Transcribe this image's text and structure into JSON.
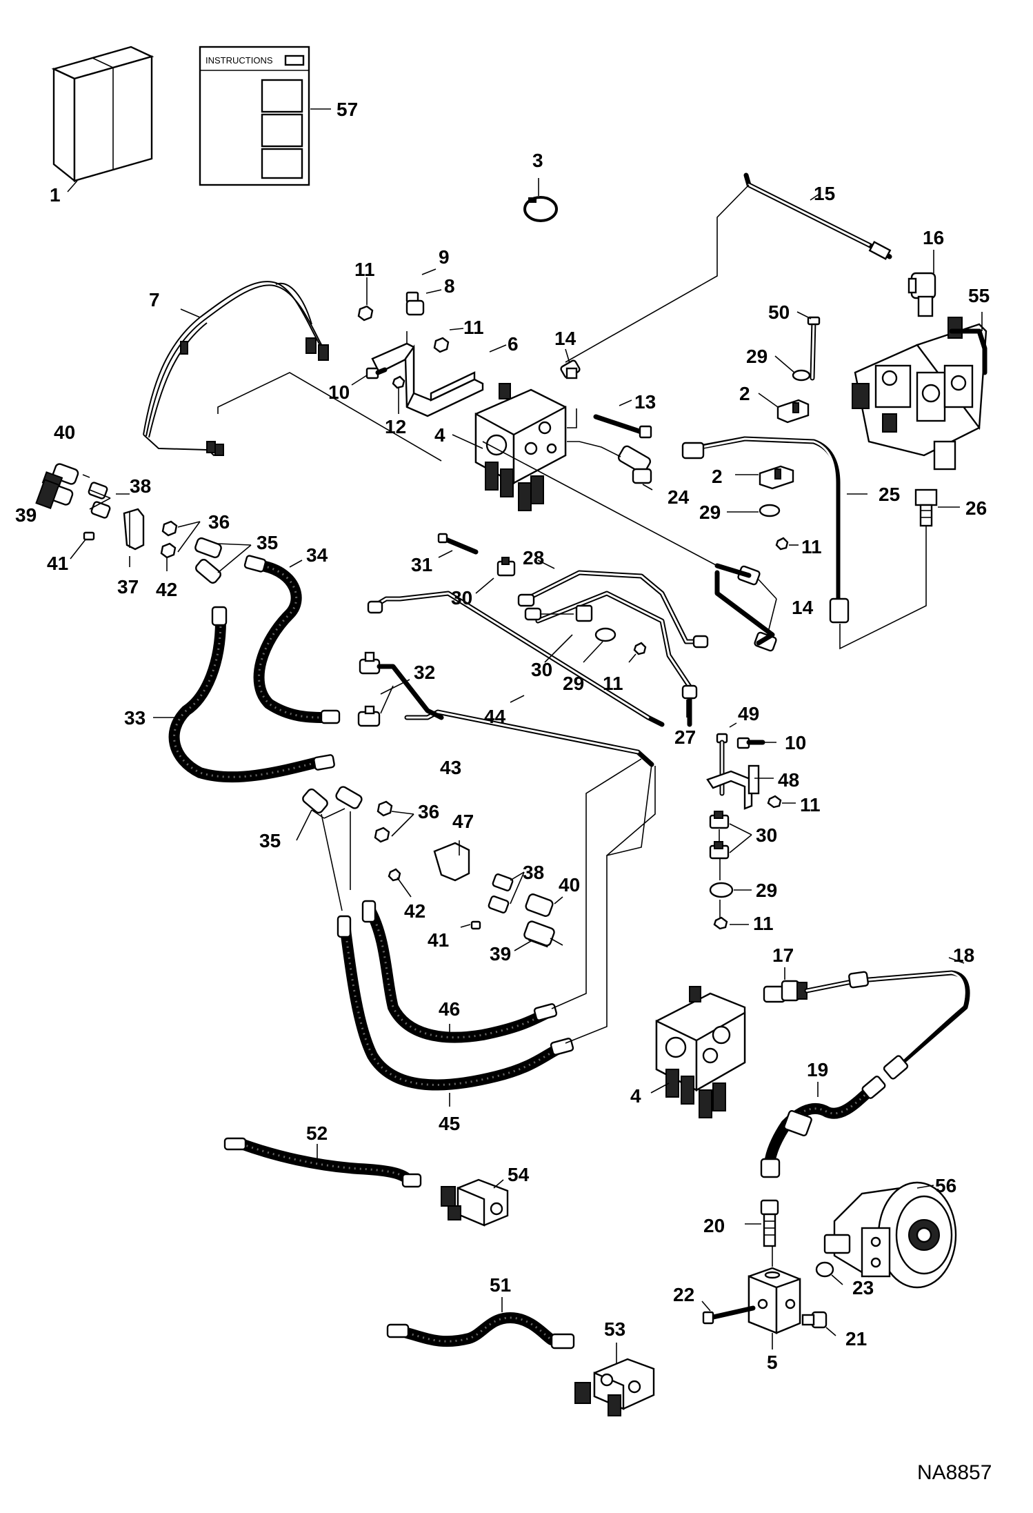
{
  "instructions_title": "INSTRUCTIONS",
  "drawing_code": "NA8857",
  "callouts": {
    "c1": "1",
    "c57": "57",
    "c3": "3",
    "c15": "15",
    "c16": "16",
    "c55": "55",
    "c7": "7",
    "c11a": "11",
    "c9": "9",
    "c8": "8",
    "c11b": "11",
    "c6": "6",
    "c14a": "14",
    "c50": "50",
    "c29a": "29",
    "c2a": "2",
    "c10a": "10",
    "c12": "12",
    "c13": "13",
    "c4a": "4",
    "c24": "24",
    "c2b": "2",
    "c25": "25",
    "c26": "26",
    "c29b": "29",
    "c11c": "11",
    "c40a": "40",
    "c38a": "38",
    "c39a": "39",
    "c36a": "36",
    "c35a": "35",
    "c34": "34",
    "c41a": "41",
    "c37": "37",
    "c42a": "42",
    "c31": "31",
    "c28": "28",
    "c30a": "30",
    "c14b": "14",
    "c33": "33",
    "c32": "32",
    "c30b": "30",
    "c29c": "29",
    "c11d": "11",
    "c44": "44",
    "c27": "27",
    "c43": "43",
    "c49": "49",
    "c10b": "10",
    "c48": "48",
    "c11e": "11",
    "c30c": "30",
    "c29d": "29",
    "c11f": "11",
    "c35b": "35",
    "c36b": "36",
    "c47": "47",
    "c38b": "38",
    "c40b": "40",
    "c42b": "42",
    "c41b": "41",
    "c39b": "39",
    "c46": "46",
    "c45": "45",
    "c17": "17",
    "c18": "18",
    "c4b": "4",
    "c19": "19",
    "c52": "52",
    "c54": "54",
    "c56": "56",
    "c20": "20",
    "c22": "22",
    "c23": "23",
    "c21": "21",
    "c5": "5",
    "c51": "51",
    "c53": "53"
  }
}
